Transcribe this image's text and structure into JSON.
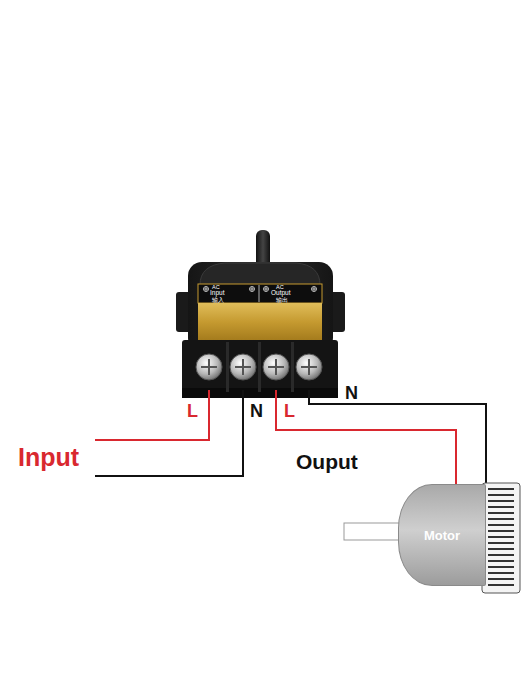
{
  "diagram": {
    "nodes": [
      {
        "text": [
          "Motor"
        ]
      }
    ],
    "labels": [
      "AC",
      "Input",
      "输入",
      "AC",
      "Output",
      "输出",
      "L",
      "N",
      "L",
      "N",
      "Input",
      "Ouput"
    ]
  }
}
